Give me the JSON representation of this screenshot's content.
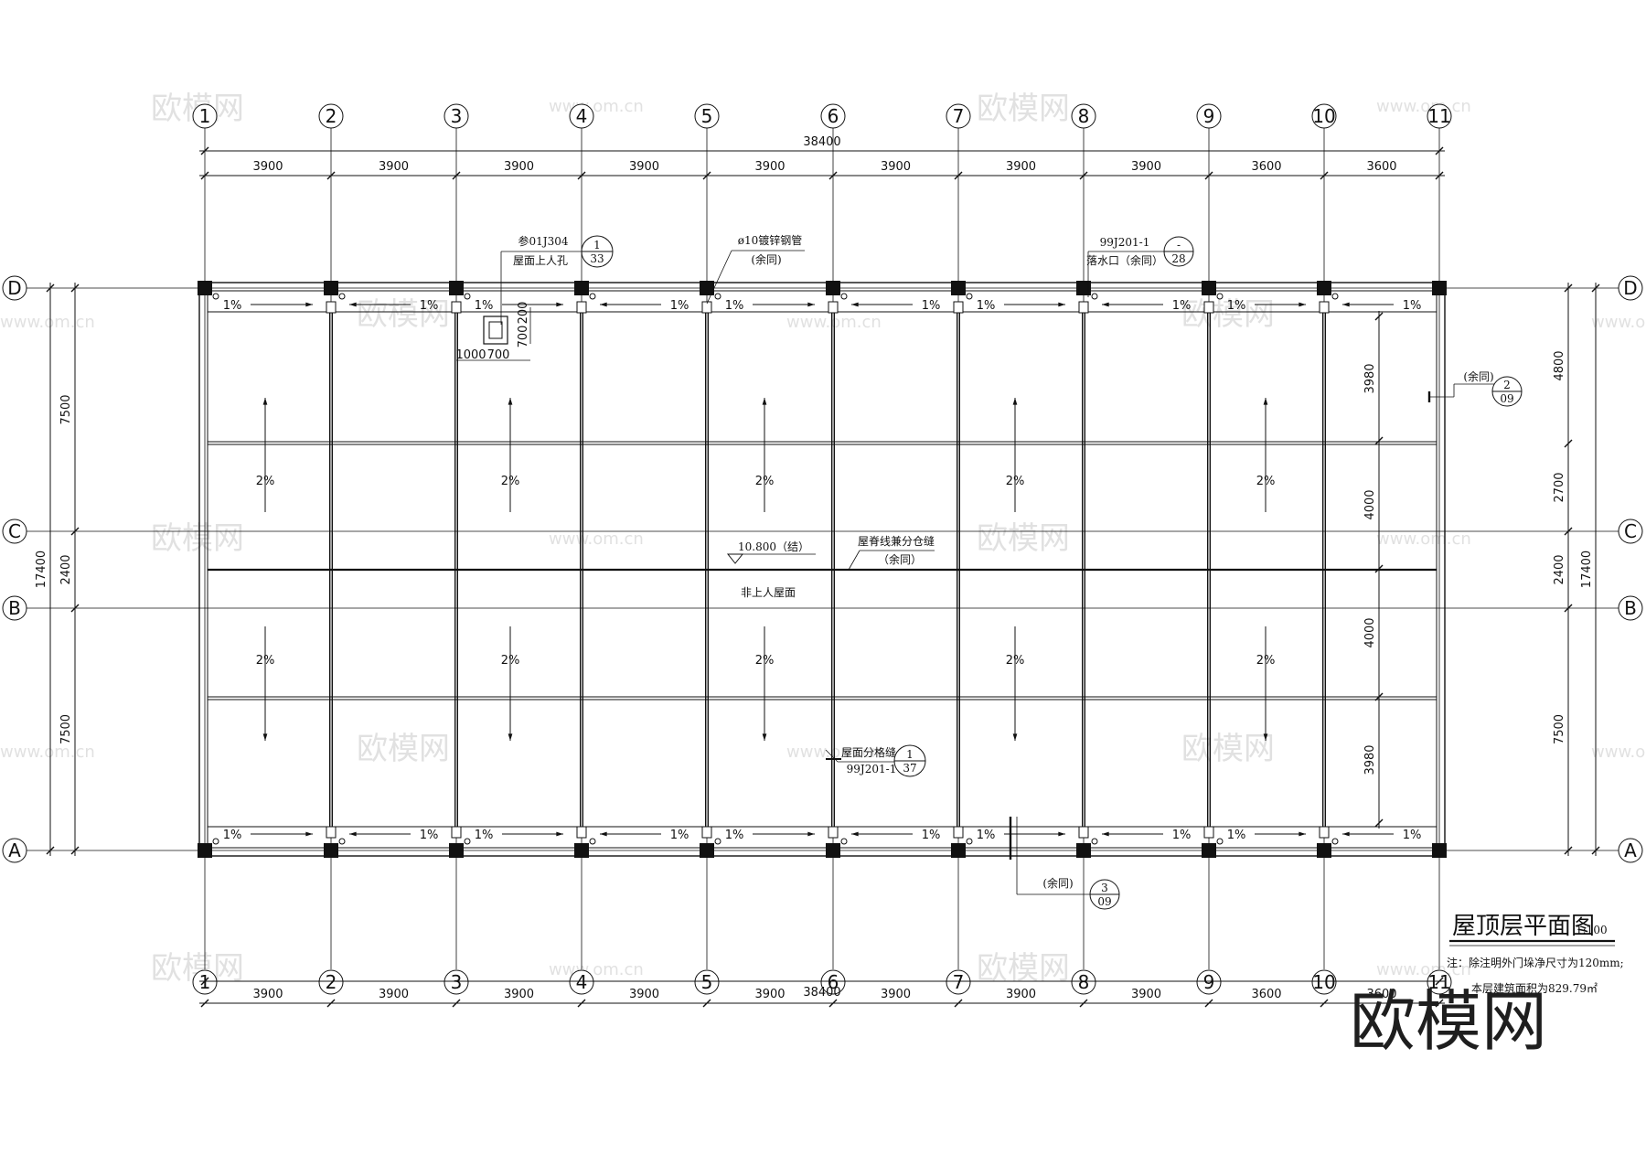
{
  "drawing": {
    "title": "屋顶层平面图",
    "scale": "1:100",
    "notes": [
      "注：除注明外门垛净尺寸为120mm;",
      "本层建筑面积为829.79㎡"
    ]
  },
  "axes": {
    "vertical": [
      "1",
      "2",
      "3",
      "4",
      "5",
      "6",
      "7",
      "8",
      "9",
      "10",
      "11"
    ],
    "horizontal": [
      "D",
      "C",
      "B",
      "A"
    ]
  },
  "dimensions": {
    "bay_spacings": [
      "3900",
      "3900",
      "3900",
      "3900",
      "3900",
      "3900",
      "3900",
      "3900",
      "3600",
      "3600"
    ],
    "total_length": "38400",
    "left_overall": "17400",
    "left_segments": [
      "7500",
      "2400",
      "7500"
    ],
    "right_overall": "17400",
    "right_segments": [
      "4800",
      "2700",
      "2400",
      "7500"
    ],
    "inner_segments": [
      "3980",
      "4000",
      "4000",
      "3980"
    ],
    "hatch_w1": "1000",
    "hatch_w2": "700",
    "hatch_h1": "700",
    "hatch_h2": "200"
  },
  "slopes": {
    "edge": "1%",
    "field": "2%"
  },
  "annotations": {
    "roof_hatch_ref": "参01J304",
    "roof_hatch_name": "屋面上人孔",
    "roof_hatch_num": "1",
    "roof_hatch_page": "33",
    "pipe_name": "ø10镀锌钢管",
    "same_note": "(余同)",
    "outlet_ref": "99J201-1",
    "outlet_name": "落水口（余同）",
    "outlet_num": "-",
    "outlet_page": "28",
    "elevation": "10.800（结）",
    "ridge_joint": "屋脊线兼分仓缝",
    "ridge_joint_same": "（余同）",
    "roof_type": "非上人屋面",
    "grid_joint": "屋面分格缝",
    "grid_joint_ref": "99J201-1",
    "grid_joint_num": "1",
    "grid_joint_page": "37",
    "detail2_note": "(余同)",
    "detail2_num": "2",
    "detail2_page": "09",
    "detail3_note": "(余同)",
    "detail3_num": "3",
    "detail3_page": "09"
  },
  "watermark": {
    "brand": "欧模网",
    "url": "www.om.cn"
  }
}
